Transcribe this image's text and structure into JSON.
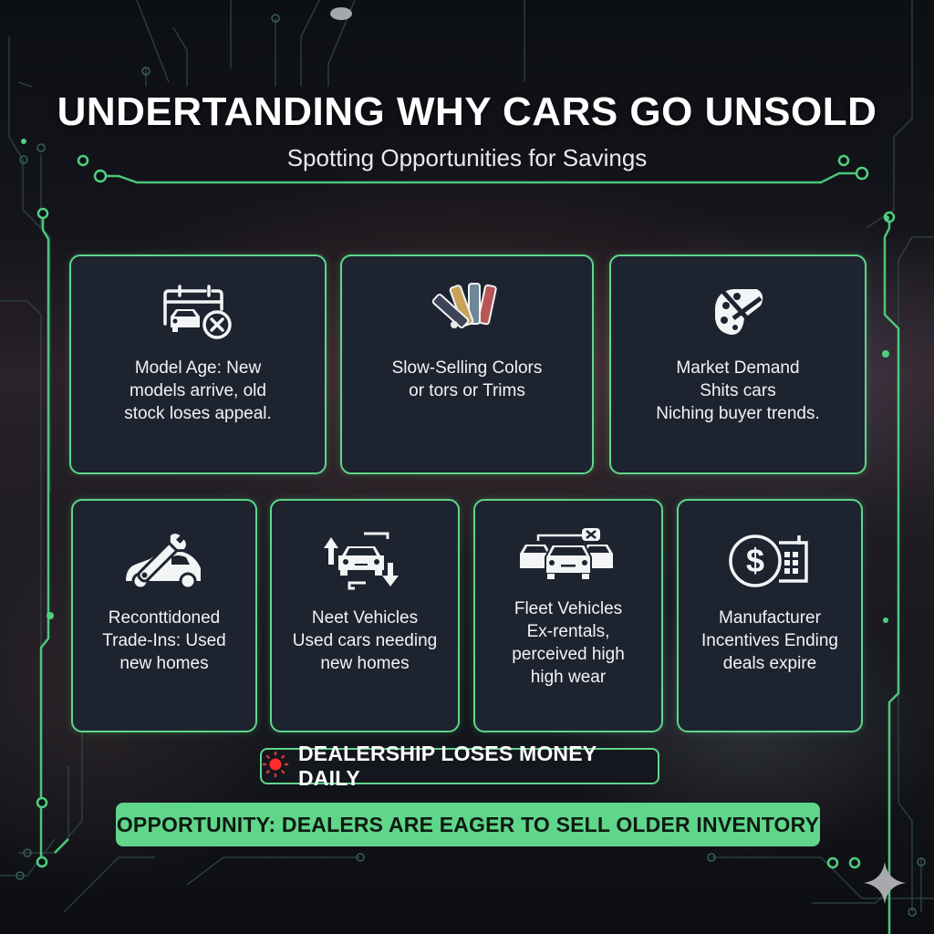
{
  "header": {
    "title": "UNDERTANDING WHY CARS GO UNSOLD",
    "subtitle": "Spotting Opportunities for Savings"
  },
  "top_cards": [
    {
      "icon": "calendar-car-x-icon",
      "lines": [
        "Model Age: New",
        "models arrive, old",
        "stock loses appeal."
      ]
    },
    {
      "icon": "color-swatches-icon",
      "lines": [
        "Slow-Selling Colors",
        "or tors or Trims"
      ]
    },
    {
      "icon": "palette-crossed-icon",
      "lines": [
        "Market Demand",
        "Shits cars",
        "Niching buyer trends."
      ]
    }
  ],
  "bottom_cards": [
    {
      "icon": "wrench-car-icon",
      "lines": [
        "Reconttidoned",
        "Trade-Ins: Used",
        "new homes"
      ]
    },
    {
      "icon": "car-exchange-arrows-icon",
      "lines": [
        "Neet Vehicles",
        "Used cars needing",
        "new homes"
      ]
    },
    {
      "icon": "fleet-cars-x-icon",
      "lines": [
        "Fleet Vehicles",
        "Ex-rentals,",
        "perceived high",
        "high wear"
      ]
    },
    {
      "icon": "dollar-calendar-icon",
      "lines": [
        "Manufacturer",
        "Incentives Ending",
        "deals expire"
      ]
    }
  ],
  "alert": {
    "icon": "red-alert-light-icon",
    "label": "DEALERSHIP LOSES MONEY DAILY"
  },
  "cta": {
    "label": "OPPORTUNITY: DEALERS ARE EAGER TO SELL OLDER INVENTORY"
  },
  "colors": {
    "accent_green": "#5fd68a",
    "card_bg": "#1d2430",
    "alert_red": "#ff2a2a",
    "swatch_dark": "#3d4458",
    "swatch_gold": "#c9a25a",
    "swatch_blue": "#6f8798",
    "swatch_red": "#b85555"
  }
}
